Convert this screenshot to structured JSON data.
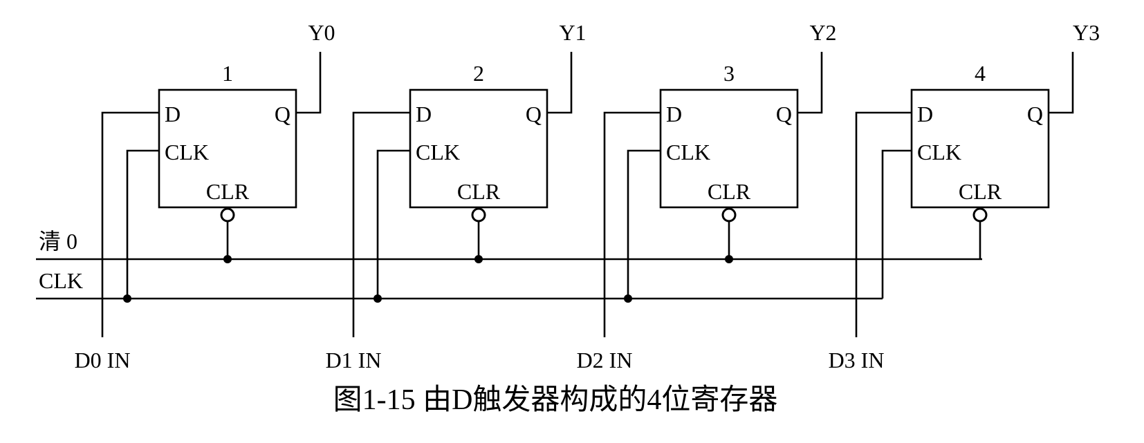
{
  "flip_flops": [
    {
      "number": "1",
      "output": "Y0",
      "input": "D0 IN",
      "pin_d": "D",
      "pin_q": "Q",
      "pin_clk": "CLK",
      "pin_clr": "CLR"
    },
    {
      "number": "2",
      "output": "Y1",
      "input": "D1 IN",
      "pin_d": "D",
      "pin_q": "Q",
      "pin_clk": "CLK",
      "pin_clr": "CLR"
    },
    {
      "number": "3",
      "output": "Y2",
      "input": "D2 IN",
      "pin_d": "D",
      "pin_q": "Q",
      "pin_clk": "CLK",
      "pin_clr": "CLR"
    },
    {
      "number": "4",
      "output": "Y3",
      "input": "D3 IN",
      "pin_d": "D",
      "pin_q": "Q",
      "pin_clk": "CLK",
      "pin_clr": "CLR"
    }
  ],
  "buses": {
    "clear_label": "清 0",
    "clock_label": "CLK"
  },
  "caption": "图1-15 由D触发器构成的4位寄存器"
}
